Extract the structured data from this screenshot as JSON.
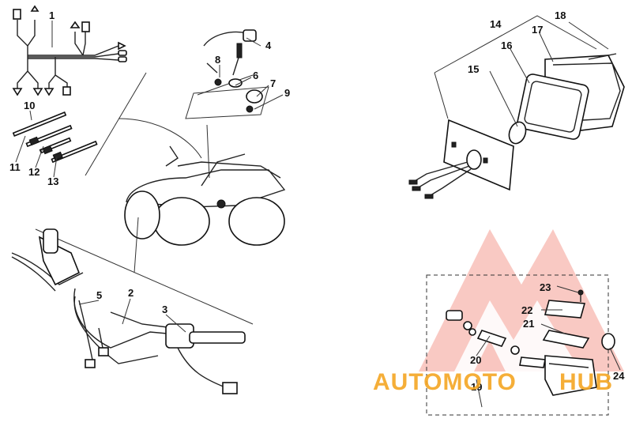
{
  "diagram": {
    "callouts": [
      "1",
      "2",
      "3",
      "4",
      "5",
      "6",
      "7",
      "8",
      "9",
      "10",
      "11",
      "12",
      "13",
      "14",
      "15",
      "16",
      "17",
      "18",
      "19",
      "20",
      "21",
      "22",
      "23",
      "24"
    ]
  },
  "watermark": {
    "part1": "AUTOMOTO",
    "part2": "HUB",
    "color_primary": "#f06c5a",
    "color_secondary": "#f5a623"
  }
}
